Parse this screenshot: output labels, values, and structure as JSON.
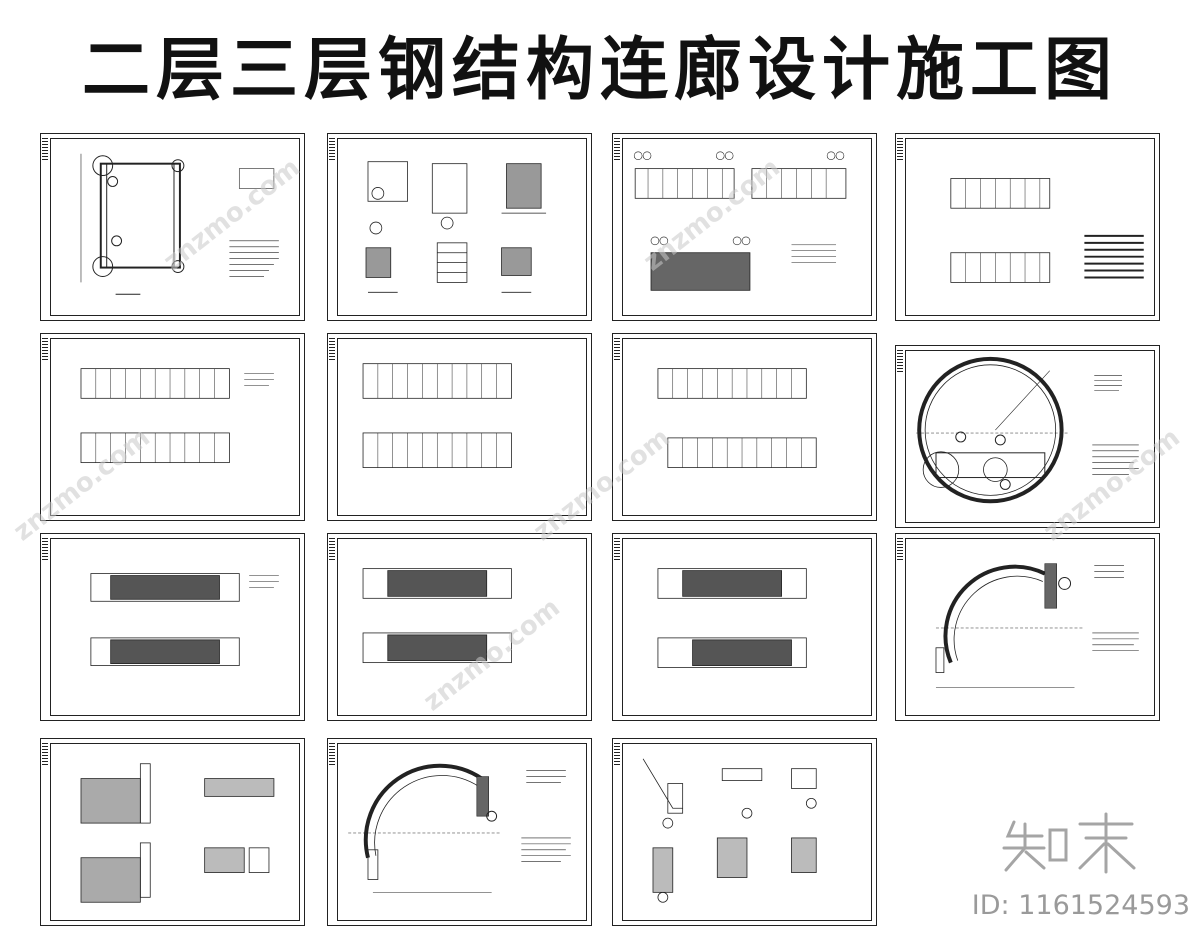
{
  "title": "二层三层钢结构连廊设计施工图",
  "watermark": "znzmo.com",
  "brand": {
    "logo_text": "知末",
    "id_text": "ID: 1161524593"
  },
  "colors": {
    "line": "#222222",
    "watermark": "#c9c9c9",
    "id_text": "#9a9a9a"
  },
  "sheets": [
    {
      "name": "plan-sheet"
    },
    {
      "name": "node-detail-sheet"
    },
    {
      "name": "elevation-sheet-1"
    },
    {
      "name": "elevation-sheet-2"
    },
    {
      "name": "structure-sheet-1"
    },
    {
      "name": "structure-sheet-2"
    },
    {
      "name": "structure-sheet-3"
    },
    {
      "name": "circle-section-sheet-1"
    },
    {
      "name": "floor-plate-sheet-1"
    },
    {
      "name": "floor-plate-sheet-2"
    },
    {
      "name": "floor-plate-sheet-3"
    },
    {
      "name": "arc-section-sheet-1"
    },
    {
      "name": "support-detail-sheet"
    },
    {
      "name": "arc-section-sheet-2"
    },
    {
      "name": "connection-detail-sheet"
    }
  ]
}
